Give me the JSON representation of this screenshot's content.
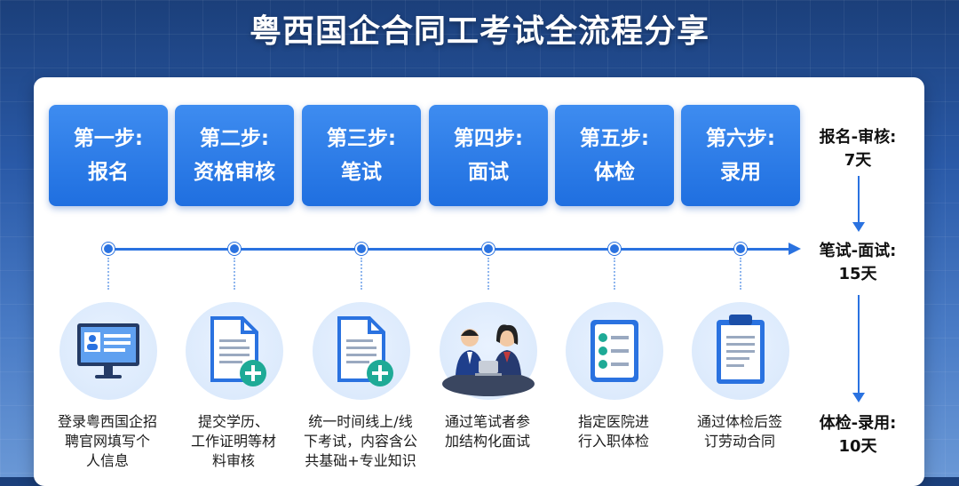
{
  "title": "粤西国企合同工考试全流程分享",
  "steps": [
    {
      "num": "第一步:",
      "name": "报名",
      "desc": [
        "登录粤西国企招",
        "聘官网填写个",
        "人信息"
      ],
      "icon": "computer-profile-icon"
    },
    {
      "num": "第二步:",
      "name": "资格审核",
      "desc": [
        "提交学历、",
        "工作证明等材",
        "料审核"
      ],
      "icon": "document-plus-icon"
    },
    {
      "num": "第三步:",
      "name": "笔试",
      "desc": [
        "统一时间线上/线",
        "下考试，内容含公",
        "共基础+专业知识"
      ],
      "icon": "document-plus-icon"
    },
    {
      "num": "第四步:",
      "name": "面试",
      "desc": [
        "通过笔试者参",
        "加结构化面试"
      ],
      "icon": "interview-people-icon"
    },
    {
      "num": "第五步:",
      "name": "体检",
      "desc": [
        "指定医院进",
        "行入职体检"
      ],
      "icon": "checklist-icon"
    },
    {
      "num": "第六步:",
      "name": "录用",
      "desc": [
        "通过体检后签",
        "订劳动合同"
      ],
      "icon": "clipboard-icon"
    }
  ],
  "durations": [
    {
      "label": "报名-审核:",
      "value": "7天"
    },
    {
      "label": "笔试-面试:",
      "value": "15天"
    },
    {
      "label": "体检-录用:",
      "value": "10天"
    }
  ],
  "colors": {
    "accent": "#2a72e0",
    "step_bg": "#1f6fe0",
    "icon_bg": "#dbe9fb"
  }
}
